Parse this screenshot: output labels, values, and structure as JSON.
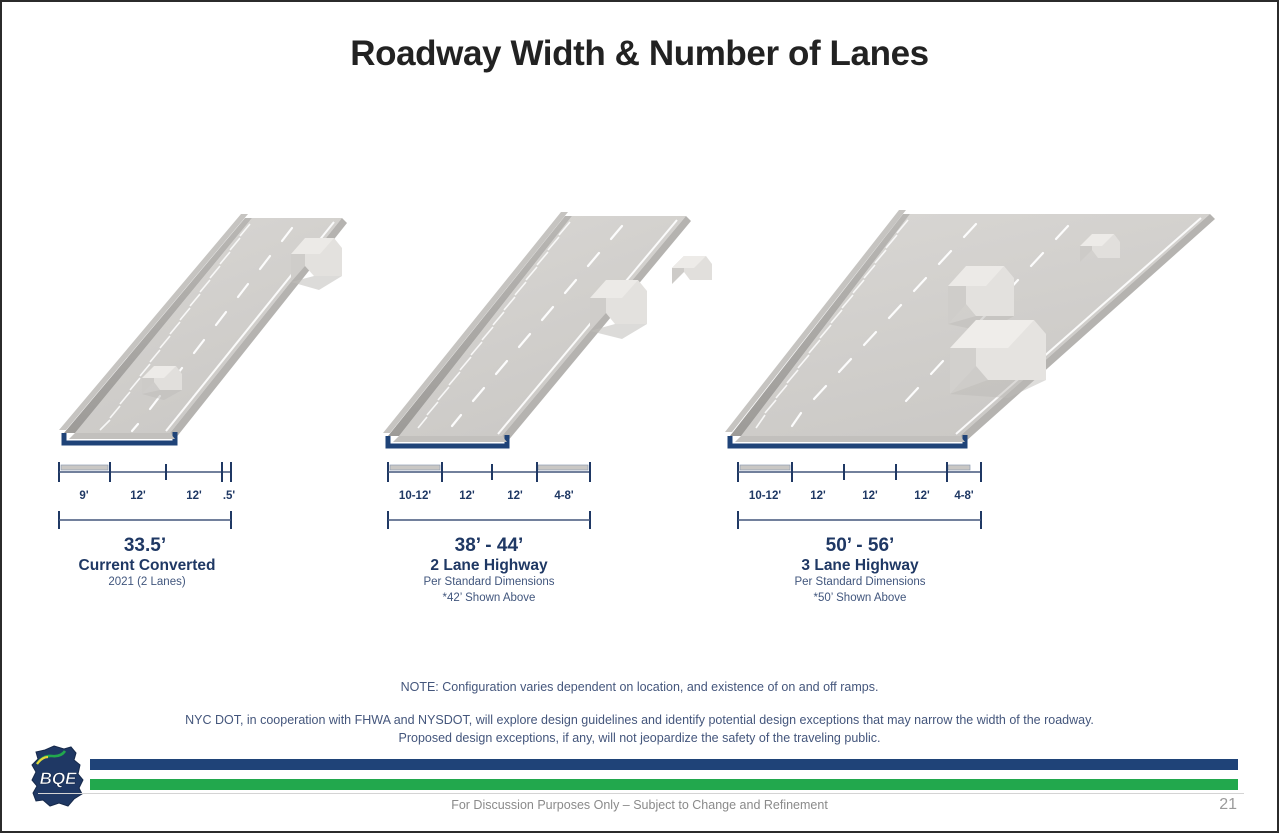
{
  "slide": {
    "title": "Roadway Width & Number of Lanes",
    "page_number": "21",
    "footer_text": "For Discussion Purposes Only – Subject to Change and Refinement",
    "logo_text": "BQE",
    "colors": {
      "navy_text": "#1f3864",
      "navy_bar": "#1f4378",
      "green_bar": "#22a84d",
      "title": "#222222",
      "roadway_edge": "#1f4378"
    }
  },
  "diagrams": [
    {
      "id": "current-converted",
      "segments": [
        {
          "label": "9'",
          "width_ratio": 0.205,
          "hatched": true
        },
        {
          "label": "12'",
          "width_ratio": 0.33,
          "hatched": false
        },
        {
          "label": "12'",
          "width_ratio": 0.345,
          "hatched": false
        },
        {
          "label": ".5'",
          "width_ratio": 0.12,
          "hatched": false
        }
      ],
      "total": "33.5’",
      "caption": "Current Converted",
      "subcaption_lines": [
        "2021 (2 Lanes)"
      ],
      "lane_count": 2
    },
    {
      "id": "two-lane-highway",
      "segments": [
        {
          "label": "10-12'",
          "width_ratio": 0.265,
          "hatched": true
        },
        {
          "label": "12'",
          "width_ratio": 0.255,
          "hatched": false
        },
        {
          "label": "12'",
          "width_ratio": 0.25,
          "hatched": false
        },
        {
          "label": "4-8'",
          "width_ratio": 0.23,
          "hatched": true
        }
      ],
      "total": "38’ - 44’",
      "caption": "2 Lane Highway",
      "subcaption_lines": [
        "Per Standard Dimensions",
        "*42’ Shown Above"
      ],
      "lane_count": 2
    },
    {
      "id": "three-lane-highway",
      "segments": [
        {
          "label": "10-12'",
          "width_ratio": 0.245,
          "hatched": true
        },
        {
          "label": "12'",
          "width_ratio": 0.195,
          "hatched": false
        },
        {
          "label": "12'",
          "width_ratio": 0.195,
          "hatched": false
        },
        {
          "label": "12'",
          "width_ratio": 0.195,
          "hatched": false
        },
        {
          "label": "4-8'",
          "width_ratio": 0.17,
          "hatched": true
        }
      ],
      "total": "50’ - 56’",
      "caption": "3 Lane Highway",
      "subcaption_lines": [
        "Per Standard Dimensions",
        "*50’ Shown Above"
      ],
      "lane_count": 3
    }
  ],
  "notes": {
    "line1": "NOTE: Configuration varies dependent on location, and existence of on and off ramps.",
    "line2": "NYC DOT, in cooperation with FHWA and NYSDOT, will explore design guidelines and identify potential design exceptions that may narrow the width of the roadway.",
    "line3": "Proposed design exceptions, if any, will not jeopardize the safety of the traveling public."
  }
}
